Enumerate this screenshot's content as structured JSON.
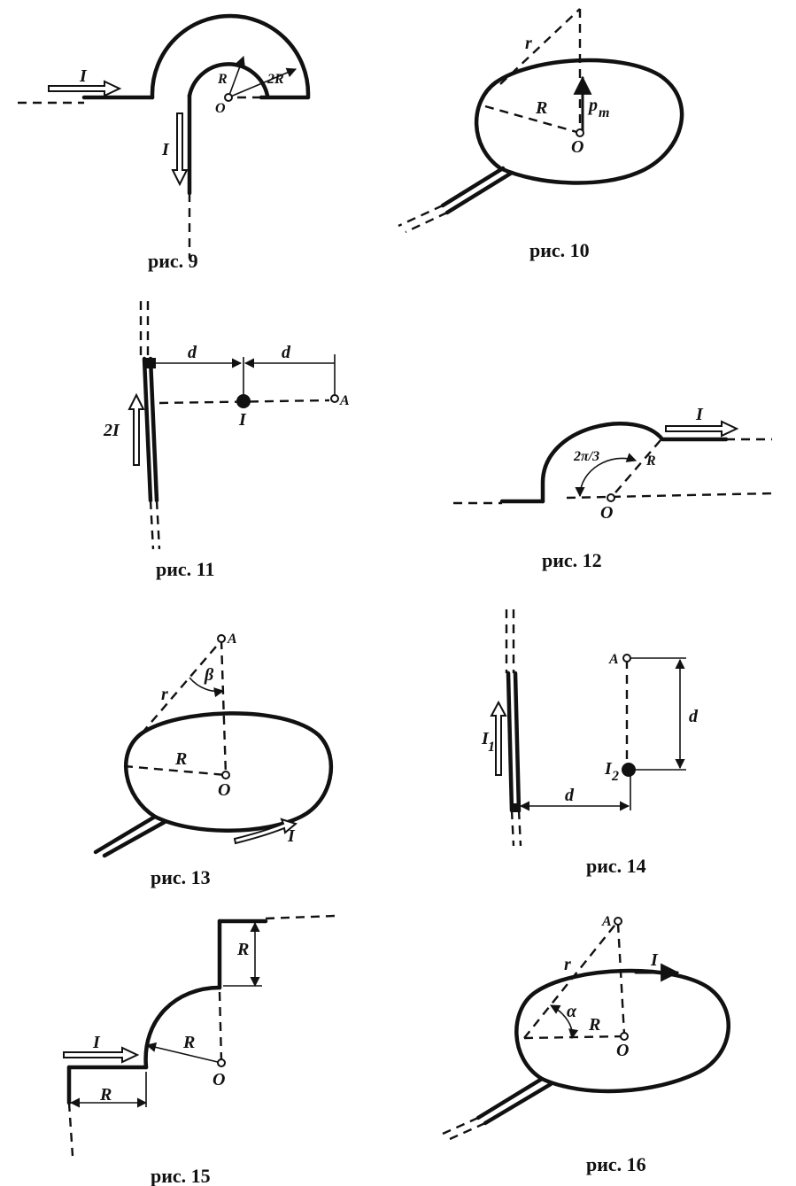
{
  "figures": [
    {
      "id": "fig9",
      "caption": "рис. 9",
      "labels": {
        "current": "I",
        "current_down": "I",
        "radius": "R",
        "radius2": "2R",
        "center": "O"
      }
    },
    {
      "id": "fig10",
      "caption": "рис. 10",
      "labels": {
        "r": "r",
        "radius": "R",
        "moment": "p",
        "moment_sub": "m",
        "center": "O"
      }
    },
    {
      "id": "fig11",
      "caption": "рис. 11",
      "labels": {
        "d1": "d",
        "d2": "d",
        "current_wire": "2I",
        "current_point": "I",
        "point": "A"
      }
    },
    {
      "id": "fig12",
      "caption": "рис. 12",
      "labels": {
        "current": "I",
        "angle": "2π/3",
        "radius": "R",
        "center": "O"
      }
    },
    {
      "id": "fig13",
      "caption": "рис. 13",
      "labels": {
        "point": "A",
        "beta": "β",
        "r": "r",
        "radius": "R",
        "center": "O",
        "current": "I"
      }
    },
    {
      "id": "fig14",
      "caption": "рис. 14",
      "labels": {
        "point": "A",
        "d_vert": "d",
        "i1": "I",
        "i1_sub": "1",
        "i2": "I",
        "i2_sub": "2",
        "d_horiz": "d"
      }
    },
    {
      "id": "fig15",
      "caption": "рис. 15",
      "labels": {
        "r_top": "R",
        "current": "I",
        "radius": "R",
        "center": "O",
        "r_bottom": "R"
      }
    },
    {
      "id": "fig16",
      "caption": "рис. 16",
      "labels": {
        "point": "A",
        "r": "r",
        "current": "I",
        "alpha": "α",
        "radius": "R",
        "center": "O"
      }
    }
  ]
}
